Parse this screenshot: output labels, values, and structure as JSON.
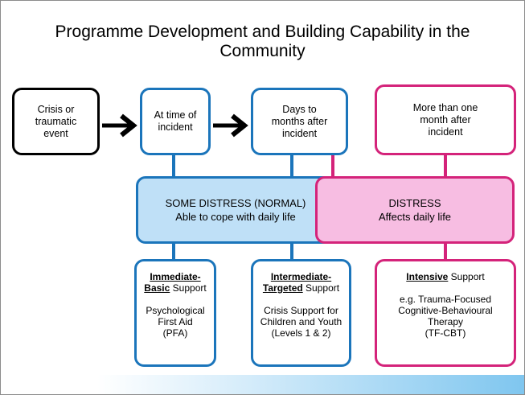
{
  "title": {
    "line1": "Programme Development and Building Capability in the",
    "line2": "Community"
  },
  "stages": {
    "crisis": [
      "Crisis or",
      "traumatic",
      "event"
    ],
    "time_of_incident": [
      "At time of",
      "incident"
    ],
    "days_to_months": [
      "Days to",
      "months after",
      "incident"
    ],
    "more_than_month": [
      "More than one",
      "month after",
      "incident"
    ]
  },
  "distress_bands": {
    "some_distress": {
      "line1": "SOME DISTRESS (NORMAL)",
      "line2": "Able to cope with daily life"
    },
    "distress": {
      "line1": "DISTRESS",
      "line2": "Affects daily life"
    }
  },
  "supports": {
    "immediate": {
      "head_bold_1": "Immediate-",
      "head_bold_2": "Basic",
      "head_rest": " Support",
      "desc": [
        "Psychological",
        "First Aid",
        "(PFA)"
      ]
    },
    "intermediate": {
      "head_bold_1": "Intermediate-",
      "head_bold_2": "Targeted",
      "head_rest": " Support",
      "desc": [
        "Crisis Support for",
        "Children and Youth",
        "(Levels 1 & 2)"
      ]
    },
    "intensive": {
      "head_bold": "Intensive",
      "head_rest": " Support",
      "desc": [
        "e.g. Trauma-Focused",
        "Cognitive-Behavioural",
        "Therapy",
        "(TF-CBT)"
      ]
    }
  },
  "colors": {
    "blue": "#1b75bb",
    "pink": "#d4237a",
    "light_blue": "#bfe0f7",
    "light_pink": "#f7bde2"
  }
}
